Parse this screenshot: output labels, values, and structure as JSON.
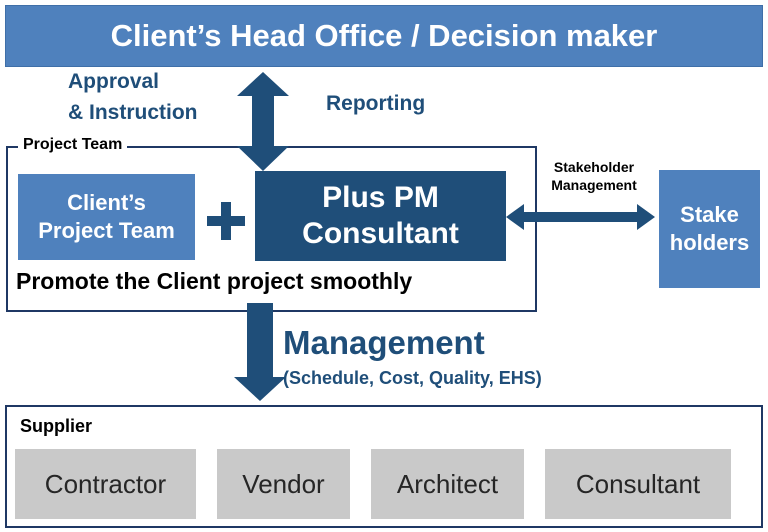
{
  "head_office": {
    "label": "Client’s Head Office / Decision maker"
  },
  "approval": {
    "line1": "Approval",
    "line2": "& Instruction"
  },
  "reporting": {
    "label": "Reporting"
  },
  "project_team": {
    "label": "Project  Team",
    "client_team": {
      "line1": "Client’s",
      "line2": "Project Team"
    },
    "plus_pm": {
      "line1": "Plus PM",
      "line2": "Consultant"
    },
    "tagline": "Promote the Client project smoothly"
  },
  "stakeholder_management": {
    "line1": "Stakeholder",
    "line2": "Management"
  },
  "stakeholders": {
    "line1": "Stake",
    "line2": "holders"
  },
  "management": {
    "title": "Management",
    "detail": "(Schedule, Cost, Quality, EHS)"
  },
  "supplier": {
    "label": "Supplier",
    "items": [
      {
        "label": "Contractor"
      },
      {
        "label": "Vendor"
      },
      {
        "label": "Architect"
      },
      {
        "label": "Consultant"
      }
    ]
  },
  "colors": {
    "light_blue": "#4f81bd",
    "dark_blue": "#1f4e79",
    "gray": "#c9c9c9"
  }
}
